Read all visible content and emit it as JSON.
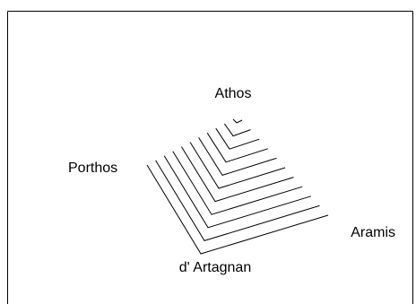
{
  "diagram": {
    "labels": {
      "top": "Athos",
      "left": "Porthos",
      "right": "Aramis",
      "bottom": "d' Artagnan"
    },
    "nested_chevron_count": 11,
    "colors": {
      "line": "#000000",
      "background": "#ffffff"
    }
  }
}
